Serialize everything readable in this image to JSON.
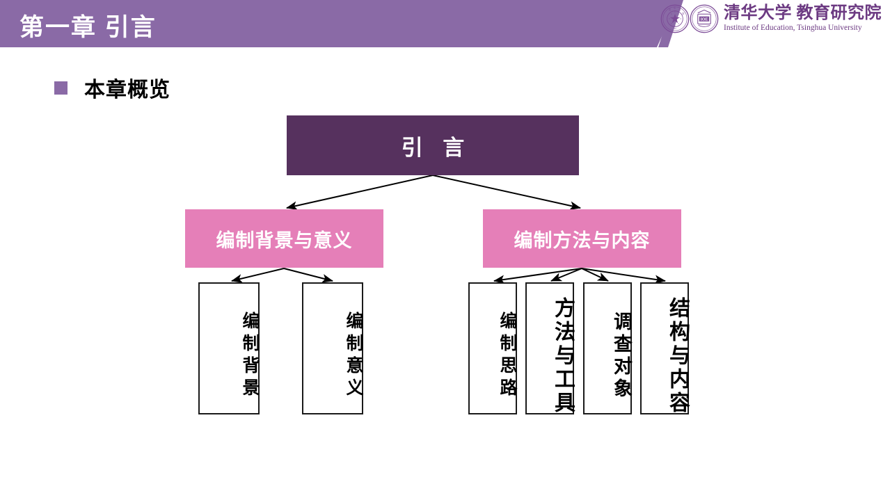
{
  "header": {
    "title": "第一章  引言",
    "banner_color": "#8a6aa6",
    "logo": {
      "seal_left_name": "tsinghua-university-seal",
      "seal_right_name": "ioe-seal",
      "cn_name": "清华大学 教育研究院",
      "en_name": "Institute of Education, Tsinghua University",
      "color": "#6c3a82"
    }
  },
  "section": {
    "bullet_color": "#8a6aa6",
    "heading": "本章概览"
  },
  "diagram": {
    "root": {
      "label": "引 言",
      "color": "#56315e",
      "text_color": "#ffffff"
    },
    "branches": [
      {
        "label": "编制背景与意义",
        "color": "#e57fb8",
        "text_color": "#ffffff",
        "leaves": [
          {
            "label": "编制背景"
          },
          {
            "label": "编制意义"
          }
        ]
      },
      {
        "label": "编制方法与内容",
        "color": "#e57fb8",
        "text_color": "#ffffff",
        "leaves": [
          {
            "label": "编制思路"
          },
          {
            "label": "方法与工具"
          },
          {
            "label": "调查对象"
          },
          {
            "label": "结构与内容"
          }
        ]
      }
    ],
    "leaf_border_color": "#1a1a1a",
    "arrow_color": "#000000"
  }
}
